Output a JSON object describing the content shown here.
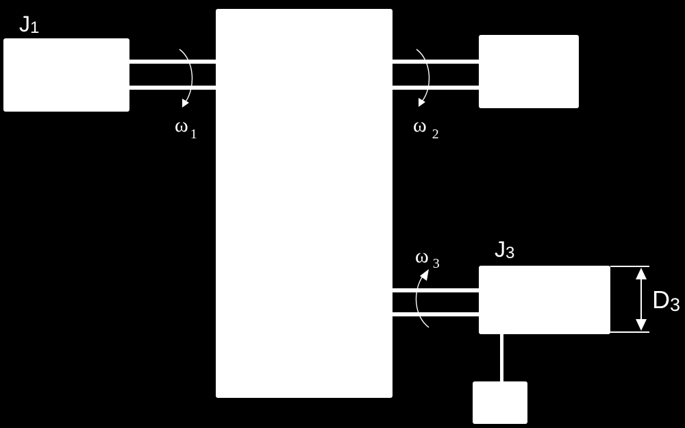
{
  "labels": {
    "j1": {
      "main": "J",
      "sub": "1"
    },
    "j3": {
      "main": "J",
      "sub": "3"
    },
    "d3": {
      "main": "D",
      "sub": "3"
    },
    "w1": {
      "main": "ω",
      "sub": "1"
    },
    "w2": {
      "main": "ω",
      "sub": "2"
    },
    "w3": {
      "main": "ω",
      "sub": "3"
    }
  },
  "colors": {
    "background": "#000000",
    "foreground": "#ffffff"
  }
}
